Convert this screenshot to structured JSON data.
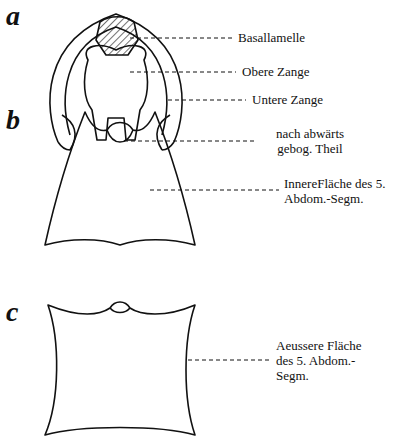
{
  "diagram": {
    "labels": [
      "a",
      "Basallamelle",
      "Obere Zange",
      "Untere Zange",
      "b",
      "nach abwärts gebog. Theil",
      "InnereFläche des 5. Abdom.-Segm.",
      "c",
      "Aeussere Fläche des 5. Abdom.-Segm."
    ]
  }
}
